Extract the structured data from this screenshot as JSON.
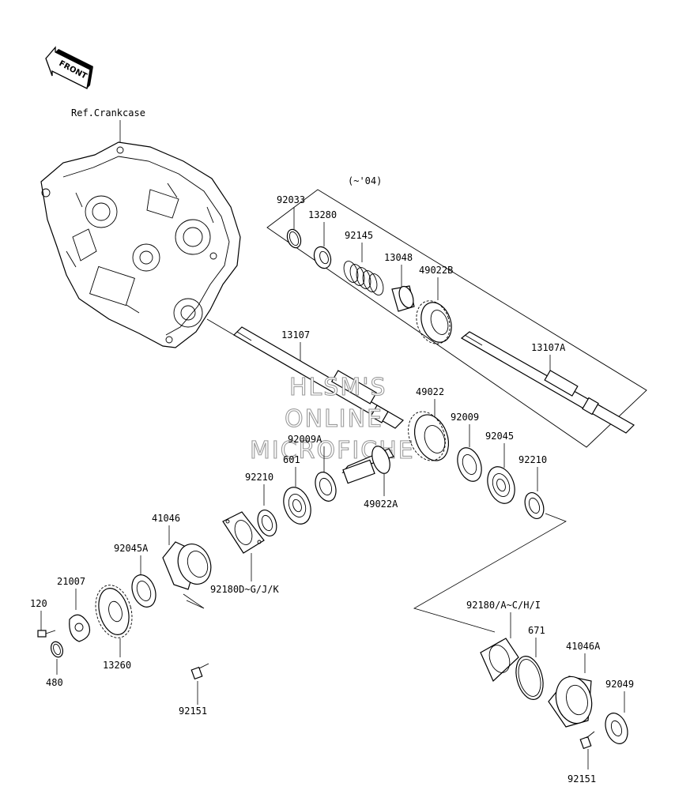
{
  "front_label": "FRONT",
  "ref_label": "Ref.Crankcase",
  "variant_note": "(~'04)",
  "watermark": [
    "HLSM'S",
    "ONLINE",
    "MICROFICHE"
  ],
  "parts": {
    "p92033": "92033",
    "p13280": "13280",
    "p92145": "92145",
    "p13048": "13048",
    "p49022B": "49022B",
    "p13107": "13107",
    "p13107A": "13107A",
    "p49022": "49022",
    "p92009": "92009",
    "p92045": "92045",
    "p92009A": "92009A",
    "p601": "601",
    "p92210a": "92210",
    "p92210b": "92210",
    "p49022A": "49022A",
    "p41046": "41046",
    "p92045A": "92045A",
    "p92180D": "92180D~G/J/K",
    "p21007": "21007",
    "p120": "120",
    "p480": "480",
    "p13260": "13260",
    "p92151a": "92151",
    "p92180A": "92180/A~C/H/I",
    "p671": "671",
    "p41046A": "41046A",
    "p92049": "92049",
    "p92151b": "92151"
  }
}
